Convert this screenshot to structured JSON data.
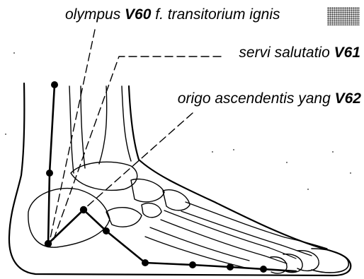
{
  "labels": {
    "v60": {
      "name": "olympus",
      "code": "V60",
      "extra": "f. transitorium ignis"
    },
    "v61": {
      "name": "servi salutatio",
      "code": "V61"
    },
    "v62": {
      "name": "origo ascendentis yang",
      "code": "V62"
    }
  },
  "colors": {
    "ink": "#000000",
    "swatch": "#8c8c8c"
  }
}
